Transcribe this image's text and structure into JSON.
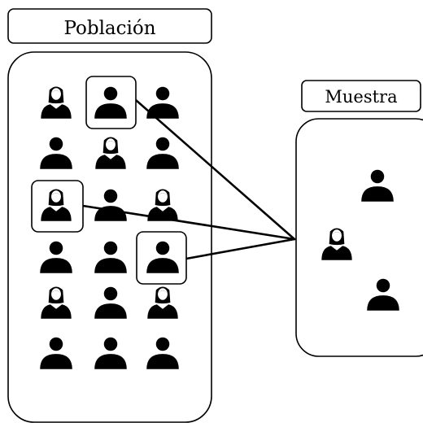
{
  "population": {
    "title": "Población"
  },
  "sample": {
    "title": "Muestra"
  },
  "icons": {
    "man": "man-icon",
    "woman": "woman-icon"
  },
  "population_grid": [
    [
      "woman",
      "man",
      "man"
    ],
    [
      "man",
      "woman",
      "man"
    ],
    [
      "woman",
      "man",
      "woman"
    ],
    [
      "man",
      "man",
      "man"
    ],
    [
      "woman",
      "man",
      "woman"
    ],
    [
      "man",
      "man",
      "man"
    ]
  ],
  "sample_members": [
    "man",
    "woman",
    "man"
  ],
  "colors": {
    "stroke": "#000000",
    "fill": "#000000",
    "background": "#ffffff"
  }
}
